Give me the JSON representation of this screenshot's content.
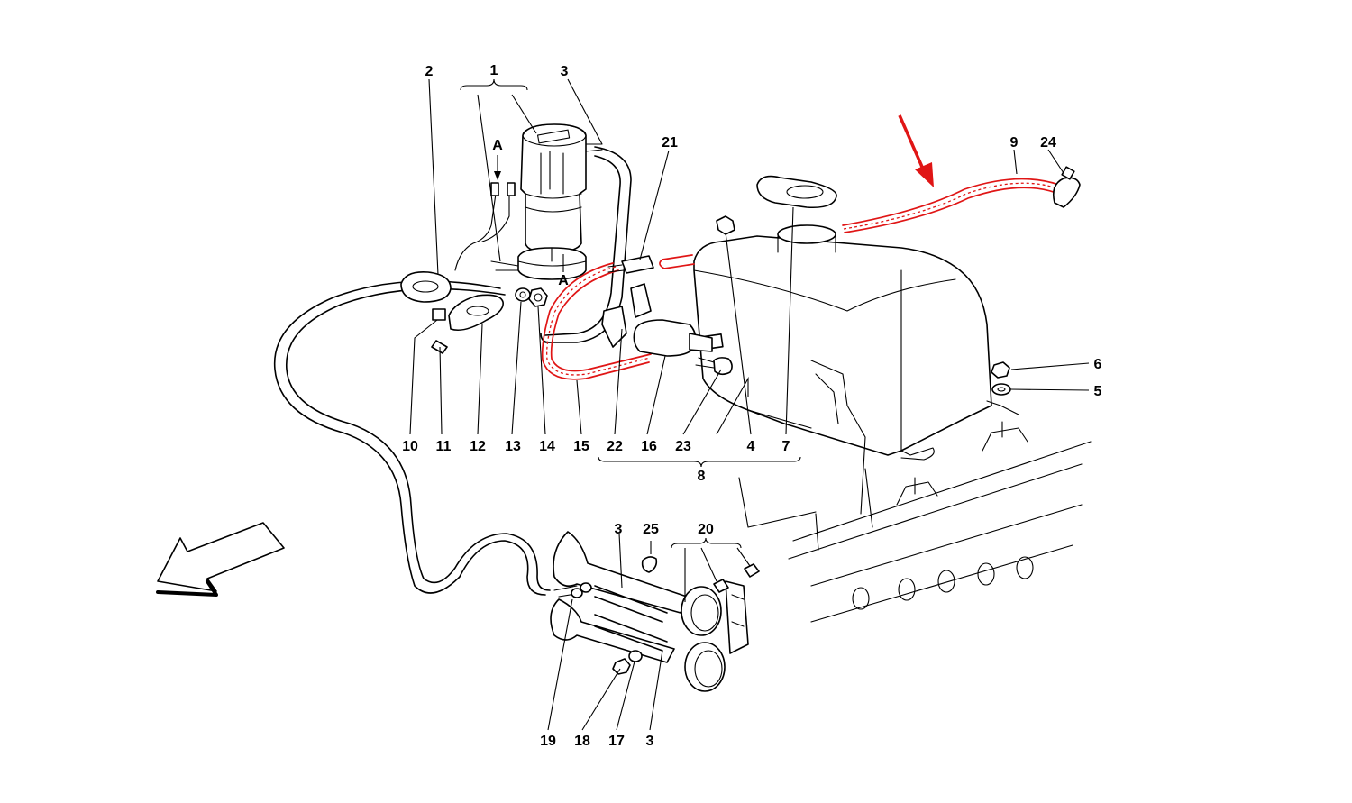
{
  "colors": {
    "line": "#000000",
    "highlight": "#e01515",
    "background": "#ffffff"
  },
  "view_marker": "A",
  "callouts": [
    {
      "id": "1",
      "text": "1"
    },
    {
      "id": "2",
      "text": "2"
    },
    {
      "id": "3",
      "text": "3"
    },
    {
      "id": "3b",
      "text": "3"
    },
    {
      "id": "3c",
      "text": "3"
    },
    {
      "id": "4",
      "text": "4"
    },
    {
      "id": "5",
      "text": "5"
    },
    {
      "id": "6",
      "text": "6"
    },
    {
      "id": "7",
      "text": "7"
    },
    {
      "id": "8",
      "text": "8"
    },
    {
      "id": "9",
      "text": "9"
    },
    {
      "id": "10",
      "text": "10"
    },
    {
      "id": "11",
      "text": "11"
    },
    {
      "id": "12",
      "text": "12"
    },
    {
      "id": "13",
      "text": "13"
    },
    {
      "id": "14",
      "text": "14"
    },
    {
      "id": "15",
      "text": "15"
    },
    {
      "id": "16",
      "text": "16"
    },
    {
      "id": "17",
      "text": "17"
    },
    {
      "id": "18",
      "text": "18"
    },
    {
      "id": "19",
      "text": "19"
    },
    {
      "id": "20",
      "text": "20"
    },
    {
      "id": "21",
      "text": "21"
    },
    {
      "id": "22",
      "text": "22"
    },
    {
      "id": "23",
      "text": "23"
    },
    {
      "id": "24",
      "text": "24"
    },
    {
      "id": "25",
      "text": "25"
    }
  ],
  "icons": {
    "direction_arrow": "front-direction-arrow-icon",
    "highlight_arrow": "red-highlight-arrow-icon"
  }
}
